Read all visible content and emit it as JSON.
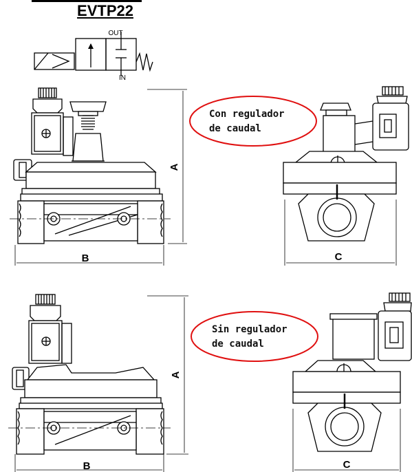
{
  "title": "EVTP22",
  "symbol": {
    "out_label": "OUT",
    "in_label": "IN"
  },
  "top_view": {
    "callout_line1": "Con regulador",
    "callout_line2": "de caudal",
    "dim_a": "A",
    "dim_b": "B",
    "dim_c": "C"
  },
  "bottom_view": {
    "callout_line1": "Sin regulador",
    "callout_line2": "de caudal",
    "dim_a": "A",
    "dim_b": "B",
    "dim_c": "C"
  },
  "colors": {
    "callout_border": "#e01010",
    "ink": "#000000"
  }
}
